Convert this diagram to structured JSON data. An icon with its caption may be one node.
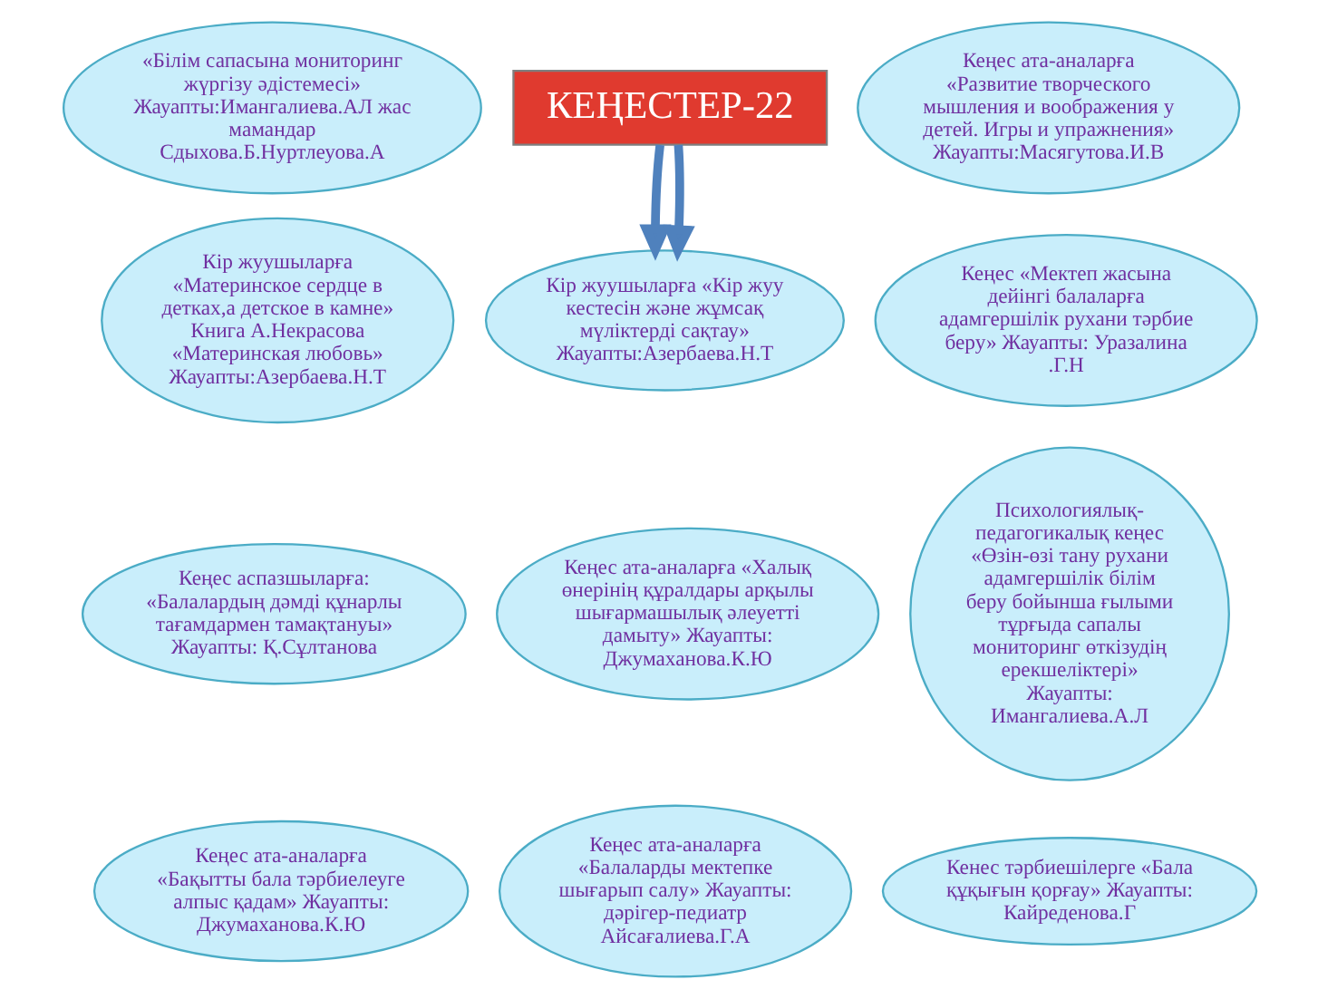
{
  "diagram": {
    "nodes": [
      {
        "text": [
          "«Білім сапасына мониторинг жүргізу әдістемесі» Жауапты:Имангалиева.АЛ жас мамандар Сдыхова.Б.Нуртлеуова.А"
        ]
      },
      {
        "text": [
          "КЕҢЕСТЕР-22"
        ]
      },
      {
        "text": [
          "Кеңес ата-аналарға «Развитие творческого мышления и воображения у детей. Игры и упражнения» Жауапты:Масягутова.И.В"
        ]
      },
      {
        "text": [
          "Кір жуушыларға «Материнское сердце в детках,а детское в камне» Книга А.Некрасова «Материнская любовь» Жауапты:Азербаева.Н.Т"
        ]
      },
      {
        "text": [
          "Кір жуушыларға «Кір жуу кестесін және жұмсақ мүліктерді сақтау» Жауапты:Азербаева.Н.Т"
        ]
      },
      {
        "text": [
          "Кеңес «Мектеп жасына дейінгі балаларға адамгершілік рухани тәрбие беру» Жауапты: Уразалина .Г.Н"
        ]
      },
      {
        "text": [
          "Кеңес аспазшыларға: «Балалардың дәмді құнарлы тағамдармен тамақтануы» Жауапты: Қ.Сұлтанова"
        ]
      },
      {
        "text": [
          "Кеңес ата-аналарға «Халық өнерінің құралдары арқылы шығармашылық әлеуетті дамыту» Жауапты: Джумаханова.К.Ю"
        ]
      },
      {
        "text": [
          "Психологиялық-педагогикалық кеңес «Өзін-өзі тану рухани адамгершілік білім беру бойынша ғылыми тұрғыда сапалы мониторинг өткізудің ерекшеліктері» Жауапты: Имангалиева.А.Л"
        ]
      },
      {
        "text": [
          "Кеңес ата-аналарға «Бақытты бала тәрбиелеуге алпыс қадам» Жауапты: Джумаханова.К.Ю"
        ]
      },
      {
        "text": [
          "Кеңес ата-аналарға «Балаларды мектепке шығарып салу» Жауапты: дәрігер-педиатр Айсағалиева.Г.А"
        ]
      },
      {
        "text": [
          "Кенес тәрбиешілерге «Бала құқығын қорғау» Жауапты: Кайреденова.Г"
        ]
      }
    ],
    "edges": [
      {
        "from": 1,
        "to": 4,
        "arrow": "to"
      },
      {
        "from": 1,
        "to": 4,
        "arrow": "to"
      }
    ]
  }
}
